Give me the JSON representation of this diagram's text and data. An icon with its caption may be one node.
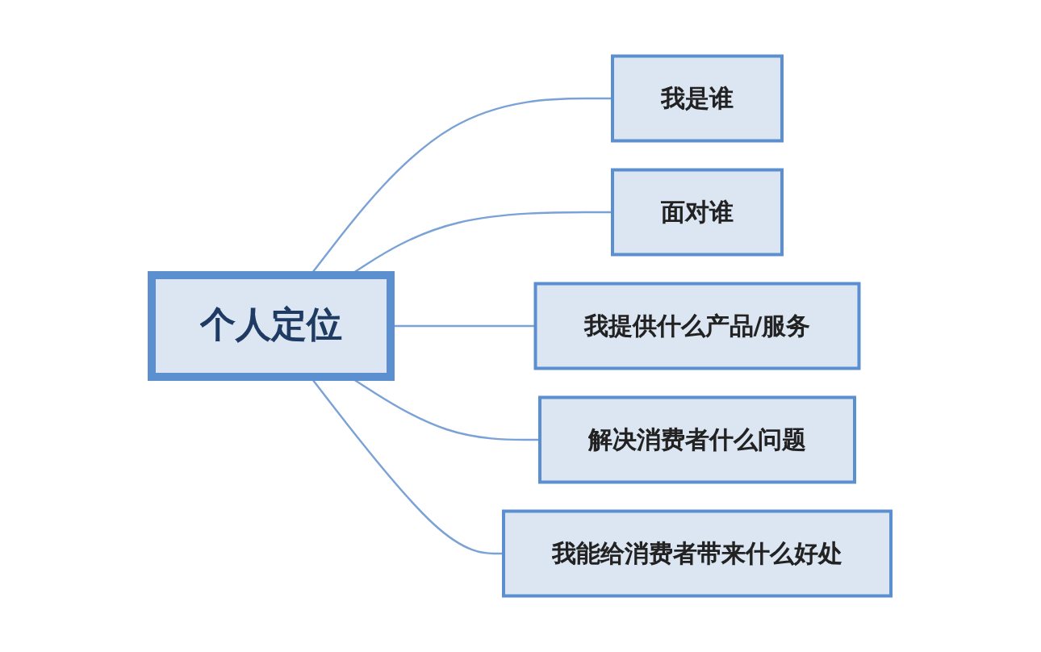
{
  "diagram": {
    "nodes": [
      {
        "text": [
          "个人定位"
        ]
      },
      {
        "text": [
          "我是谁"
        ]
      },
      {
        "text": [
          "面对谁"
        ]
      },
      {
        "text": [
          "我提供什么产品/服务"
        ]
      },
      {
        "text": [
          "解决消费者什么问题"
        ]
      },
      {
        "text": [
          "我能给消费者带来什么好处"
        ]
      }
    ],
    "edges": [
      {
        "from": 0,
        "to": 1,
        "arrow": "none"
      },
      {
        "from": 0,
        "to": 2,
        "arrow": "none"
      },
      {
        "from": 0,
        "to": 3,
        "arrow": "none"
      },
      {
        "from": 0,
        "to": 4,
        "arrow": "none"
      },
      {
        "from": 0,
        "to": 5,
        "arrow": "none"
      }
    ]
  }
}
